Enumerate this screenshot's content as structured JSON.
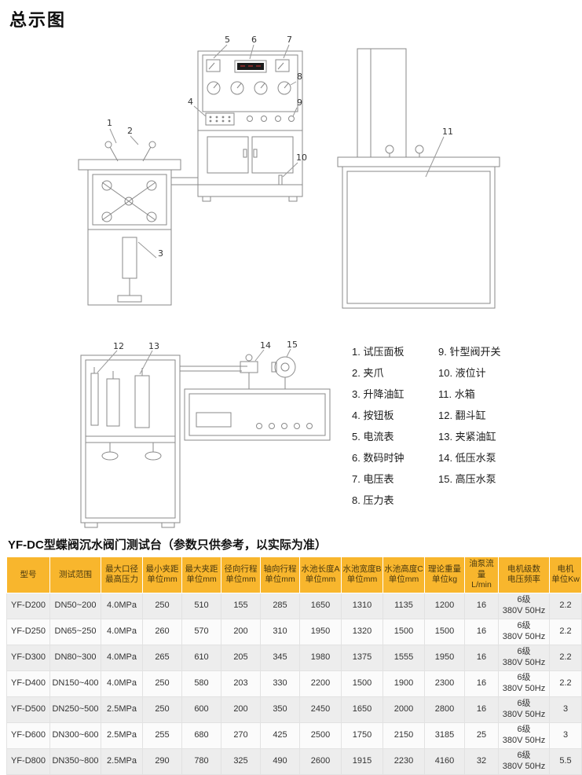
{
  "page": {
    "title": "总示图",
    "section_title": "YF-DC型蝶阀沉水阀门测试台（参数只供参考，以实际为准）"
  },
  "colors": {
    "table_header_bg": "#f8b62d",
    "row_alt_bg": "#ededed",
    "row_bg": "#fbfbfb",
    "drawing_line": "#8a8a8a"
  },
  "diagram": {
    "callouts": [
      "1",
      "2",
      "3",
      "4",
      "5",
      "6",
      "7",
      "8",
      "9",
      "10",
      "11",
      "12",
      "13",
      "14",
      "15"
    ]
  },
  "legend": {
    "column1": [
      "1. 试压面板",
      "2. 夹爪",
      "3. 升降油缸",
      "4. 按钮板",
      "5. 电流表",
      "6. 数码时钟",
      "7. 电压表",
      "8. 压力表"
    ],
    "column2": [
      "9. 针型阀开关",
      "10. 液位计",
      "11. 水箱",
      "12. 翻斗缸",
      "13. 夹紧油缸",
      "14. 低压水泵",
      "15. 高压水泵"
    ]
  },
  "table": {
    "headers": [
      [
        "型号",
        ""
      ],
      [
        "测试范围",
        ""
      ],
      [
        "最大口径",
        "最高压力"
      ],
      [
        "最小夹距",
        "单位mm"
      ],
      [
        "最大夹距",
        "单位mm"
      ],
      [
        "径向行程",
        "单位mm"
      ],
      [
        "轴向行程",
        "单位mm"
      ],
      [
        "水池长度A",
        "单位mm"
      ],
      [
        "水池宽度B",
        "单位mm"
      ],
      [
        "水池高度C",
        "单位mm"
      ],
      [
        "理论重量",
        "单位kg"
      ],
      [
        "油泵流量",
        "L/min"
      ],
      [
        "电机级数",
        "电压频率"
      ],
      [
        "电机",
        "单位Kw"
      ]
    ],
    "rows": [
      [
        "YF-D200",
        "DN50~200",
        "4.0MPa",
        "250",
        "510",
        "155",
        "285",
        "1650",
        "1310",
        "1135",
        "1200",
        "16",
        "6级\n380V 50Hz",
        "2.2"
      ],
      [
        "YF-D250",
        "DN65~250",
        "4.0MPa",
        "260",
        "570",
        "200",
        "310",
        "1950",
        "1320",
        "1500",
        "1500",
        "16",
        "6级\n380V 50Hz",
        "2.2"
      ],
      [
        "YF-D300",
        "DN80~300",
        "4.0MPa",
        "265",
        "610",
        "205",
        "345",
        "1980",
        "1375",
        "1555",
        "1950",
        "16",
        "6级\n380V 50Hz",
        "2.2"
      ],
      [
        "YF-D400",
        "DN150~400",
        "4.0MPa",
        "250",
        "580",
        "203",
        "330",
        "2200",
        "1500",
        "1900",
        "2300",
        "16",
        "6级\n380V 50Hz",
        "2.2"
      ],
      [
        "YF-D500",
        "DN250~500",
        "2.5MPa",
        "250",
        "600",
        "200",
        "350",
        "2450",
        "1650",
        "2000",
        "2800",
        "16",
        "6级\n380V 50Hz",
        "3"
      ],
      [
        "YF-D600",
        "DN300~600",
        "2.5MPa",
        "255",
        "680",
        "270",
        "425",
        "2500",
        "1750",
        "2150",
        "3185",
        "25",
        "6级\n380V 50Hz",
        "3"
      ],
      [
        "YF-D800",
        "DN350~800",
        "2.5MPa",
        "290",
        "780",
        "325",
        "490",
        "2600",
        "1915",
        "2230",
        "4160",
        "32",
        "6级\n380V 50Hz",
        "5.5"
      ]
    ]
  }
}
